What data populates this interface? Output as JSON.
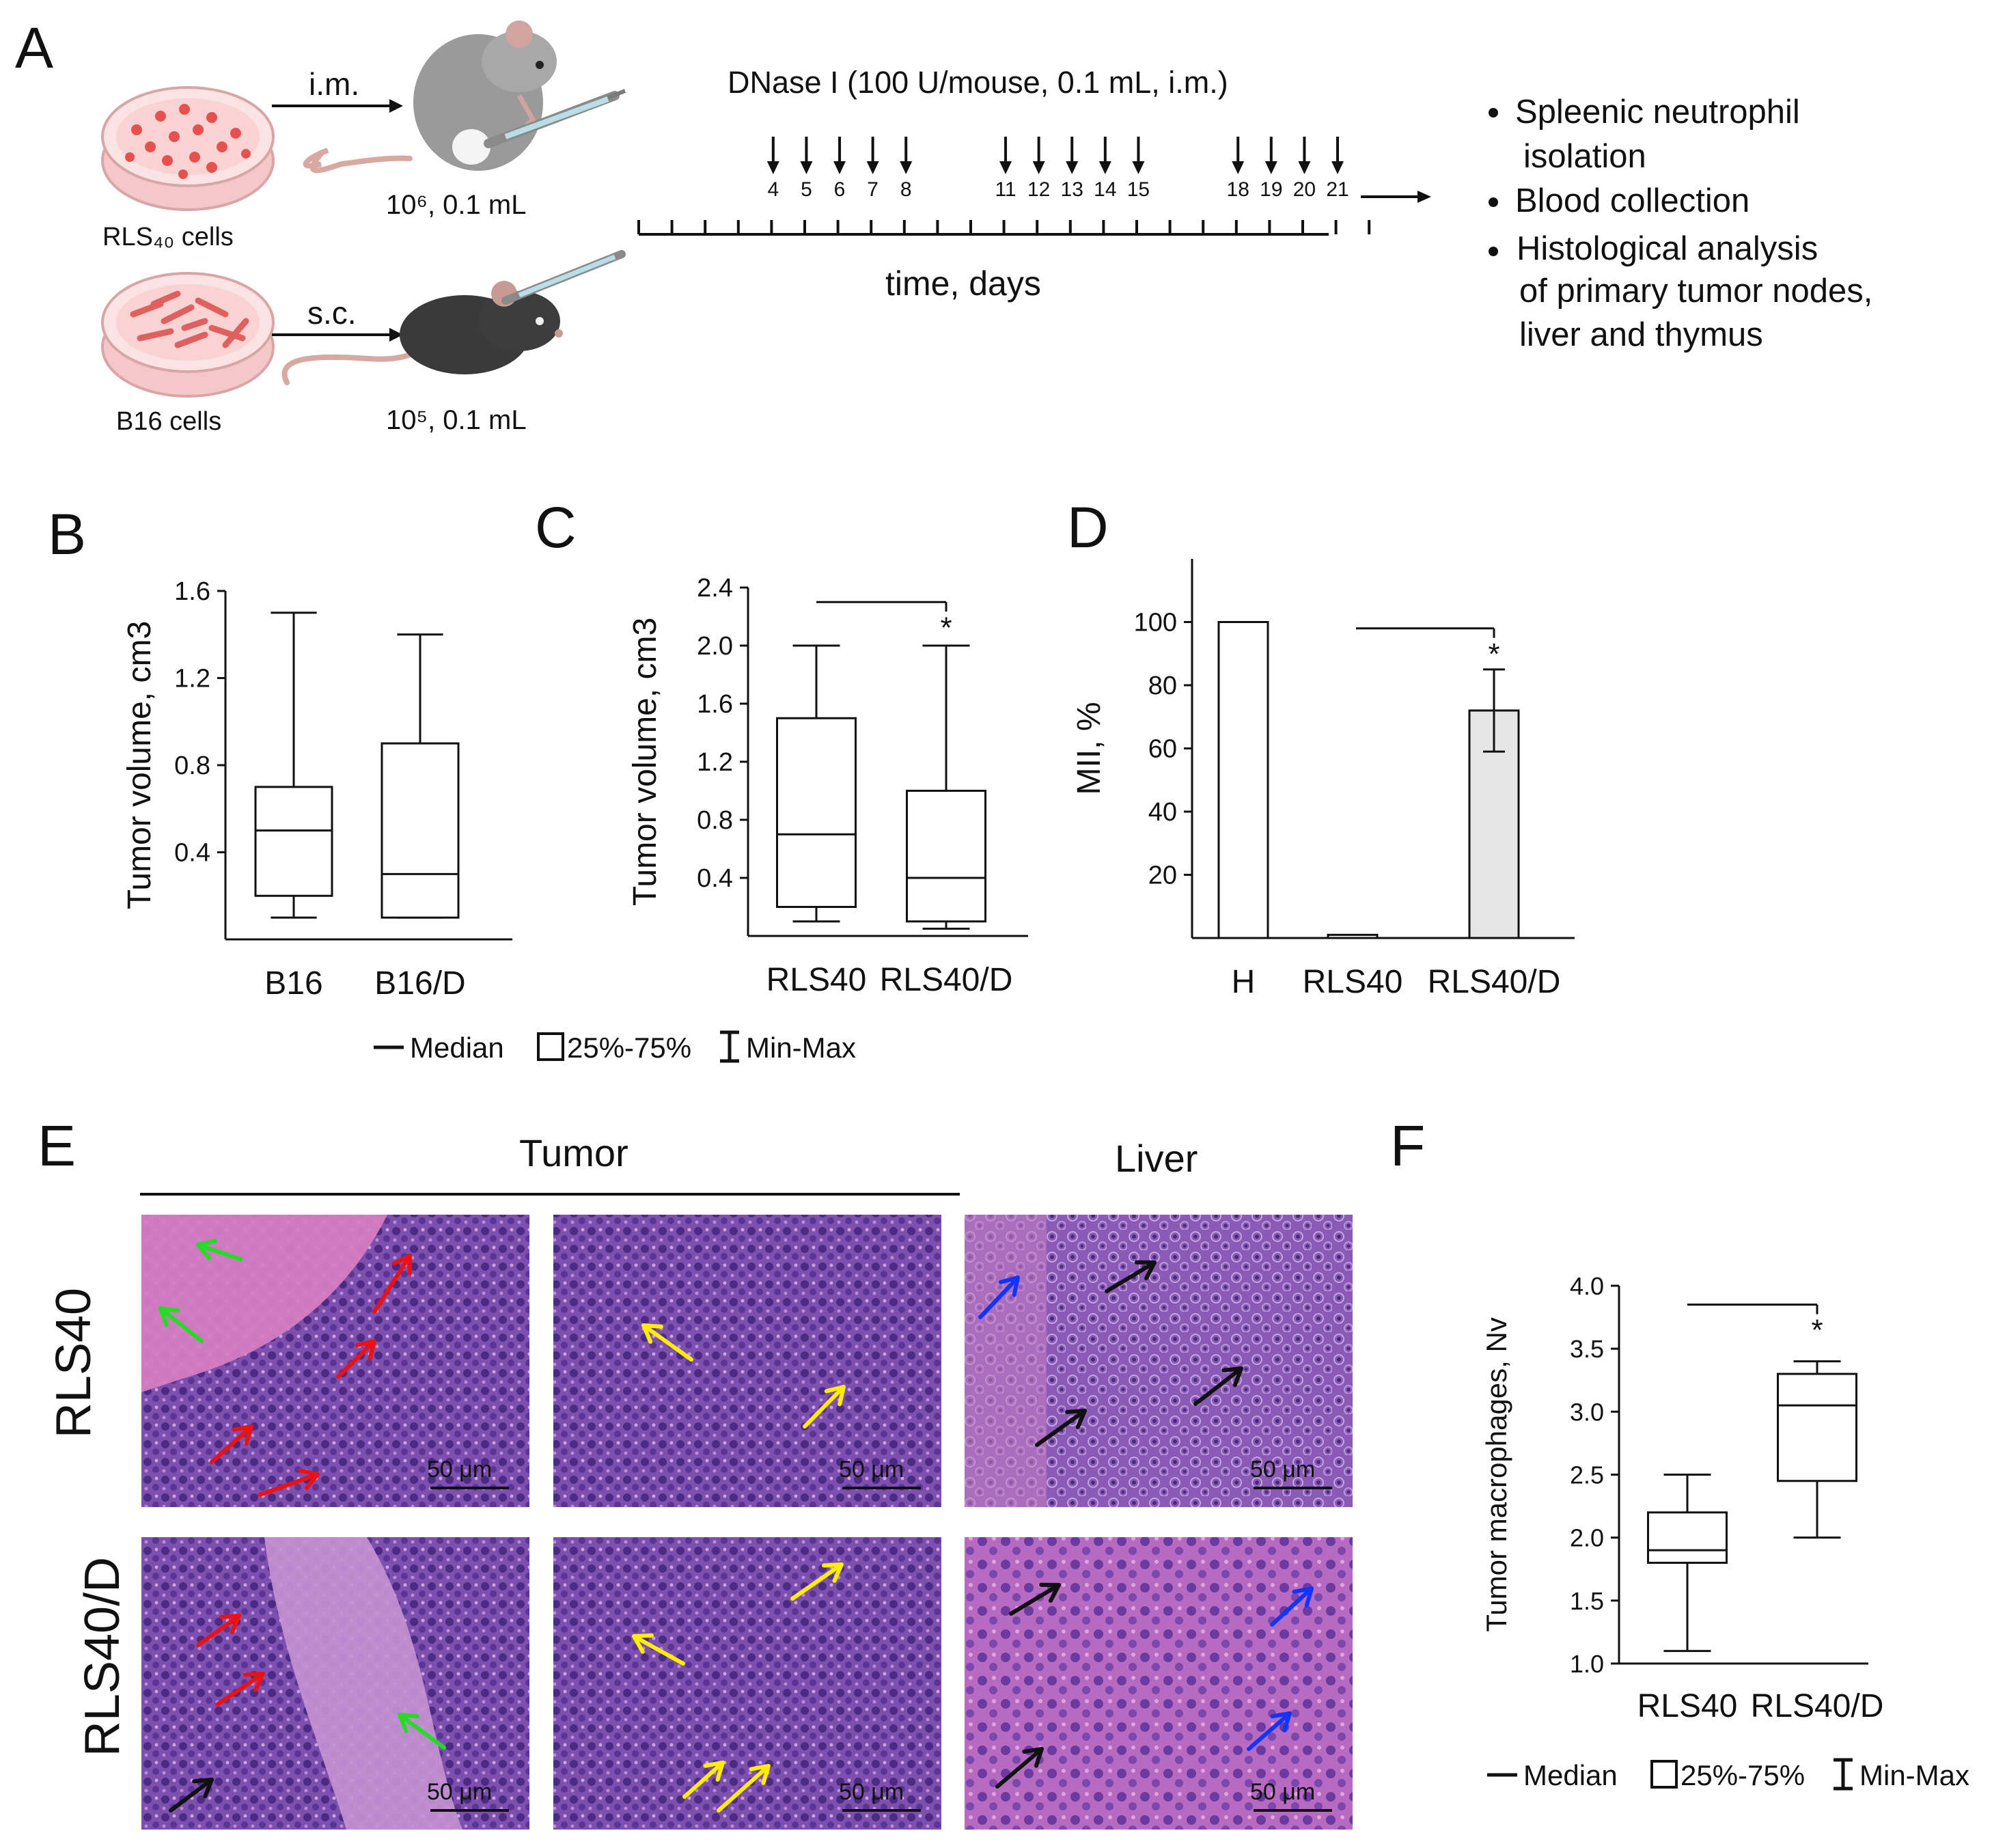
{
  "panels": {
    "A": {
      "letter": "A",
      "cells_top": "RLS₄₀ cells",
      "cells_bottom": "B16 cells",
      "route_top": "i.m.",
      "route_bottom": "s.c.",
      "dose_top": "10⁶, 0.1 mL",
      "dose_bottom": "10⁵, 0.1 mL",
      "treatment": "DNase I (100 U/mouse, 0.1 mL, i.m.)",
      "injection_days": [
        "4",
        "5",
        "6",
        "7",
        "8",
        "11",
        "12",
        "13",
        "14",
        "15",
        "18",
        "19",
        "20",
        "21"
      ],
      "axis_label": "time, days",
      "outcomes": [
        [
          "Spleenic neutrophil",
          "isolation"
        ],
        [
          "Blood collection"
        ],
        [
          "Histological analysis",
          "of primary tumor nodes,",
          "liver and thymus"
        ]
      ]
    },
    "B": {
      "letter": "B"
    },
    "C": {
      "letter": "C"
    },
    "D": {
      "letter": "D"
    },
    "E": {
      "letter": "E",
      "col_tumor": "Tumor",
      "col_liver": "Liver",
      "row_top": "RLS40",
      "row_bottom": "RLS40/D",
      "scale_bar": "50 μm"
    },
    "F": {
      "letter": "F"
    }
  },
  "legend": {
    "median": "Median",
    "box": "25%-75%",
    "range": "Min-Max"
  },
  "colors": {
    "arrow_green": "#22dd22",
    "arrow_red": "#ee1111",
    "arrow_yellow": "#ffee00",
    "arrow_black": "#111111",
    "arrow_blue": "#1133ff",
    "bar_fill": "#e6e6e6",
    "tissue_purple": "#6a3f9e",
    "tissue_pink": "#d87ec2"
  },
  "chart_data": [
    {
      "id": "B",
      "type": "box",
      "ylabel": "Tumor volume, cm3",
      "ylim": [
        0,
        1.6
      ],
      "yticks": [
        "0.4",
        "0.8",
        "1.2",
        "1.6"
      ],
      "categories": [
        "B16",
        "B16/D"
      ],
      "boxes": [
        {
          "min": 0.1,
          "q1": 0.2,
          "median": 0.5,
          "q3": 0.7,
          "max": 1.5
        },
        {
          "min": 0.1,
          "q1": 0.1,
          "median": 0.3,
          "q3": 0.9,
          "max": 1.4
        }
      ]
    },
    {
      "id": "C",
      "type": "box",
      "ylabel": "Tumor volume, cm3",
      "ylim": [
        0,
        2.4
      ],
      "yticks": [
        "0.4",
        "0.8",
        "1.2",
        "1.6",
        "2.0",
        "2.4"
      ],
      "categories": [
        "RLS40",
        "RLS40/D"
      ],
      "boxes": [
        {
          "min": 0.1,
          "q1": 0.2,
          "median": 0.7,
          "q3": 1.5,
          "max": 2.0
        },
        {
          "min": 0.05,
          "q1": 0.1,
          "median": 0.4,
          "q3": 1.0,
          "max": 2.0
        }
      ],
      "significance": "*"
    },
    {
      "id": "D",
      "type": "bar",
      "ylabel": "MII, %",
      "ylim": [
        0,
        120
      ],
      "yticks": [
        "20",
        "40",
        "60",
        "80",
        "100"
      ],
      "categories": [
        "H",
        "RLS40",
        "RLS40/D"
      ],
      "values": [
        100,
        1,
        72
      ],
      "errors": [
        0,
        0,
        13
      ],
      "significance": "*"
    },
    {
      "id": "F",
      "type": "box",
      "ylabel": "Tumor macrophages, Nv",
      "ylim": [
        1.0,
        4.0
      ],
      "yticks": [
        "1.0",
        "1.5",
        "2.0",
        "2.5",
        "3.0",
        "3.5",
        "4.0"
      ],
      "categories": [
        "RLS40",
        "RLS40/D"
      ],
      "boxes": [
        {
          "min": 1.1,
          "q1": 1.8,
          "median": 1.9,
          "q3": 2.2,
          "max": 2.5
        },
        {
          "min": 2.0,
          "q1": 2.45,
          "median": 3.05,
          "q3": 3.3,
          "max": 3.4
        }
      ],
      "significance": "*"
    }
  ]
}
